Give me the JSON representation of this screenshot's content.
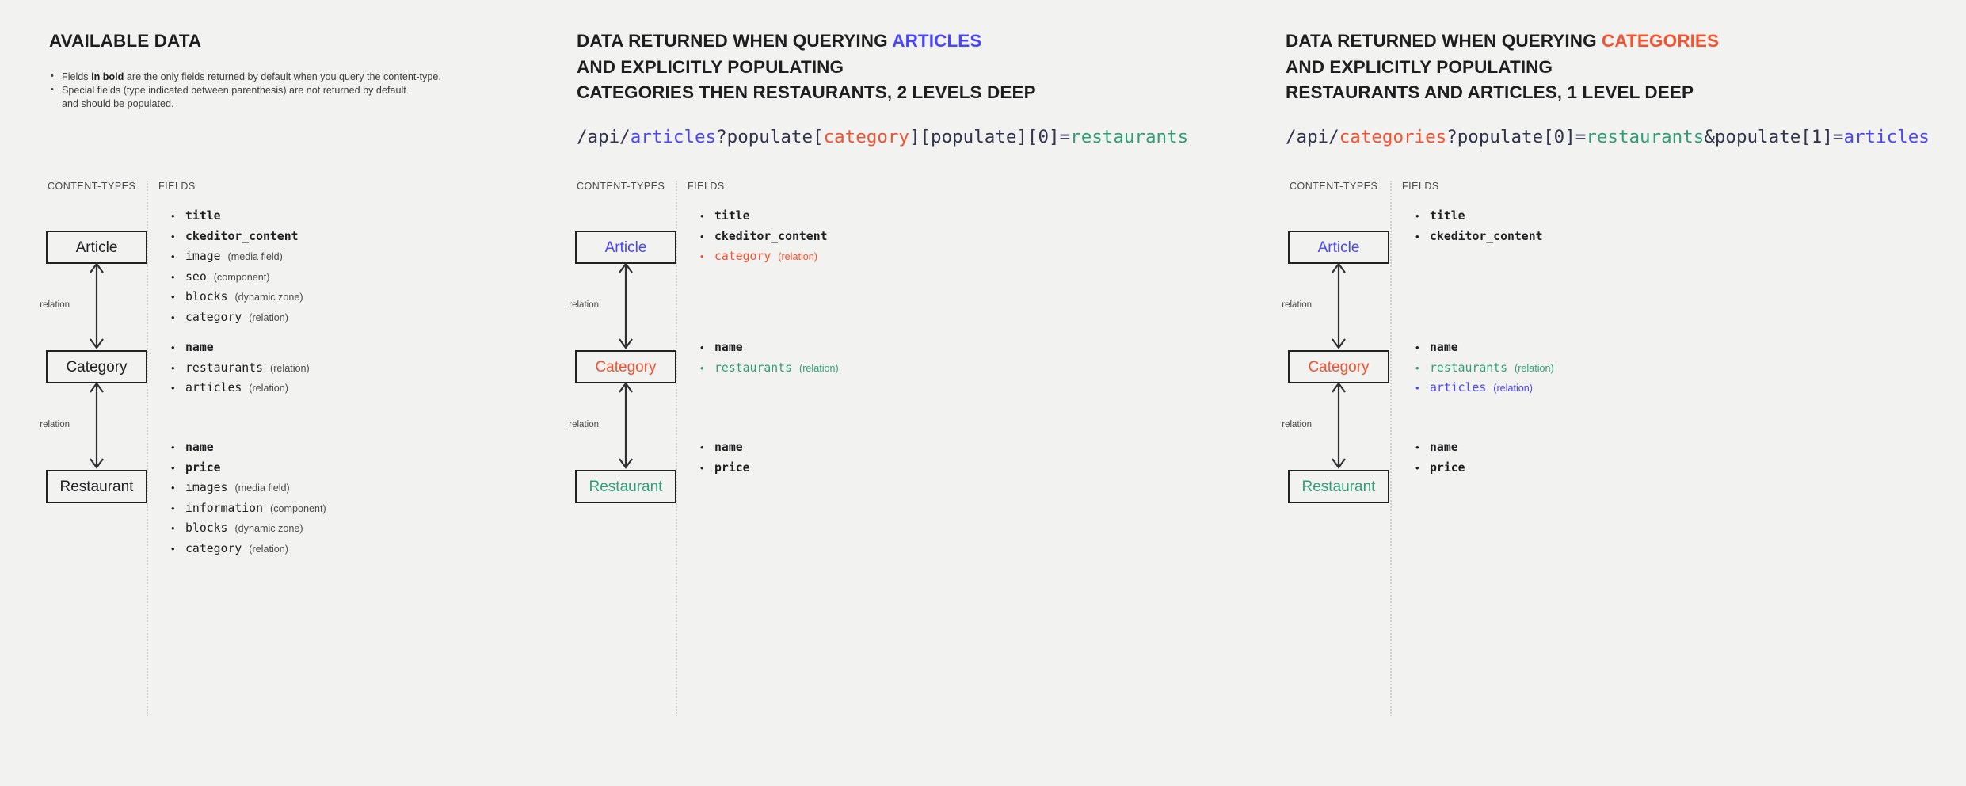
{
  "colors": {
    "background": "#f2f2f1",
    "text": "#1e1e1e",
    "muted": "#4a4a4a",
    "blue": "#4945ff",
    "red": "#f5512f",
    "green": "#2f9e78",
    "box_border": "#212121",
    "divider": "#d0d0cf"
  },
  "panel_labels": {
    "content_types": "CONTENT-TYPES",
    "fields": "FIELDS",
    "relation": "relation"
  },
  "columns": [
    {
      "id": "available-data",
      "heading_lines": [
        [
          {
            "text": "AVAILABLE DATA",
            "tone": "default"
          }
        ]
      ],
      "notes": [
        {
          "pre": "Fields ",
          "bold": "in bold",
          "post": " are the only fields returned by default when you query the content-type."
        },
        {
          "pre": "Special fields (type indicated between parenthesis) are not returned by default",
          "bold": "",
          "post": ""
        },
        {
          "pre": "and should be populated.",
          "bold": "",
          "post": "",
          "continuation": true
        }
      ],
      "endpoint": [],
      "boxes": [
        {
          "label": "Article",
          "tone": "default"
        },
        {
          "label": "Category",
          "tone": "default"
        },
        {
          "label": "Restaurant",
          "tone": "default"
        }
      ],
      "relations": [
        "relation",
        "relation"
      ],
      "field_groups": [
        {
          "owner": "Article",
          "fields": [
            {
              "name": "title",
              "type": "",
              "bold": true,
              "tone": "default"
            },
            {
              "name": "ckeditor_content",
              "type": "",
              "bold": true,
              "tone": "default"
            },
            {
              "name": "image",
              "type": "(media field)",
              "bold": false,
              "tone": "default"
            },
            {
              "name": "seo",
              "type": "(component)",
              "bold": false,
              "tone": "default"
            },
            {
              "name": "blocks",
              "type": "(dynamic zone)",
              "bold": false,
              "tone": "default"
            },
            {
              "name": "category",
              "type": "(relation)",
              "bold": false,
              "tone": "default"
            }
          ]
        },
        {
          "owner": "Category",
          "fields": [
            {
              "name": "name",
              "type": "",
              "bold": true,
              "tone": "default"
            },
            {
              "name": "restaurants",
              "type": "(relation)",
              "bold": false,
              "tone": "default"
            },
            {
              "name": "articles",
              "type": "(relation)",
              "bold": false,
              "tone": "default"
            }
          ]
        },
        {
          "owner": "Restaurant",
          "fields": [
            {
              "name": "name",
              "type": "",
              "bold": true,
              "tone": "default"
            },
            {
              "name": "price",
              "type": "",
              "bold": true,
              "tone": "default"
            },
            {
              "name": "images",
              "type": "(media field)",
              "bold": false,
              "tone": "default"
            },
            {
              "name": "information",
              "type": "(component)",
              "bold": false,
              "tone": "default"
            },
            {
              "name": "blocks",
              "type": "(dynamic zone)",
              "bold": false,
              "tone": "default"
            },
            {
              "name": "category",
              "type": "(relation)",
              "bold": false,
              "tone": "default"
            }
          ]
        }
      ]
    },
    {
      "id": "query-articles",
      "heading_lines": [
        [
          {
            "text": "DATA RETURNED WHEN QUERYING ",
            "tone": "default"
          },
          {
            "text": "ARTICLES",
            "tone": "blue"
          }
        ],
        [
          {
            "text": "AND EXPLICITLY POPULATING",
            "tone": "default"
          }
        ],
        [
          {
            "text": "CATEGORIES THEN RESTAURANTS, 2 LEVELS DEEP",
            "tone": "default"
          }
        ]
      ],
      "notes": [],
      "endpoint": [
        {
          "text": "/api/",
          "tone": "default"
        },
        {
          "text": "articles",
          "tone": "blue"
        },
        {
          "text": "?populate[",
          "tone": "default"
        },
        {
          "text": "category",
          "tone": "red"
        },
        {
          "text": "][populate][0]=",
          "tone": "default"
        },
        {
          "text": "restaurants",
          "tone": "green"
        }
      ],
      "boxes": [
        {
          "label": "Article",
          "tone": "blue"
        },
        {
          "label": "Category",
          "tone": "red"
        },
        {
          "label": "Restaurant",
          "tone": "green"
        }
      ],
      "relations": [
        "relation",
        "relation"
      ],
      "field_groups": [
        {
          "owner": "Article",
          "fields": [
            {
              "name": "title",
              "type": "",
              "bold": true,
              "tone": "default"
            },
            {
              "name": "ckeditor_content",
              "type": "",
              "bold": true,
              "tone": "default"
            },
            {
              "name": "category",
              "type": "(relation)",
              "bold": false,
              "tone": "red"
            }
          ]
        },
        {
          "owner": "Category",
          "fields": [
            {
              "name": "name",
              "type": "",
              "bold": true,
              "tone": "default"
            },
            {
              "name": "restaurants",
              "type": "(relation)",
              "bold": false,
              "tone": "green"
            }
          ]
        },
        {
          "owner": "Restaurant",
          "fields": [
            {
              "name": "name",
              "type": "",
              "bold": true,
              "tone": "default"
            },
            {
              "name": "price",
              "type": "",
              "bold": true,
              "tone": "default"
            }
          ]
        }
      ]
    },
    {
      "id": "query-categories",
      "heading_lines": [
        [
          {
            "text": "DATA RETURNED WHEN QUERYING ",
            "tone": "default"
          },
          {
            "text": "CATEGORIES",
            "tone": "red"
          }
        ],
        [
          {
            "text": "AND EXPLICITLY POPULATING",
            "tone": "default"
          }
        ],
        [
          {
            "text": "RESTAURANTS AND ARTICLES, 1 LEVEL DEEP",
            "tone": "default"
          }
        ]
      ],
      "notes": [],
      "endpoint": [
        {
          "text": "/api/",
          "tone": "default"
        },
        {
          "text": "categories",
          "tone": "red"
        },
        {
          "text": "?populate[0]=",
          "tone": "default"
        },
        {
          "text": "restaurants",
          "tone": "green"
        },
        {
          "text": "&populate[1]=",
          "tone": "default"
        },
        {
          "text": "articles",
          "tone": "blue"
        }
      ],
      "boxes": [
        {
          "label": "Article",
          "tone": "blue"
        },
        {
          "label": "Category",
          "tone": "red"
        },
        {
          "label": "Restaurant",
          "tone": "green"
        }
      ],
      "relations": [
        "relation",
        "relation"
      ],
      "field_groups": [
        {
          "owner": "Article",
          "fields": [
            {
              "name": "title",
              "type": "",
              "bold": true,
              "tone": "default"
            },
            {
              "name": "ckeditor_content",
              "type": "",
              "bold": true,
              "tone": "default"
            }
          ]
        },
        {
          "owner": "Category",
          "fields": [
            {
              "name": "name",
              "type": "",
              "bold": true,
              "tone": "default"
            },
            {
              "name": "restaurants",
              "type": "(relation)",
              "bold": false,
              "tone": "green"
            },
            {
              "name": "articles",
              "type": "(relation)",
              "bold": false,
              "tone": "blue"
            }
          ]
        },
        {
          "owner": "Restaurant",
          "fields": [
            {
              "name": "name",
              "type": "",
              "bold": true,
              "tone": "default"
            },
            {
              "name": "price",
              "type": "",
              "bold": true,
              "tone": "default"
            }
          ]
        }
      ]
    }
  ]
}
